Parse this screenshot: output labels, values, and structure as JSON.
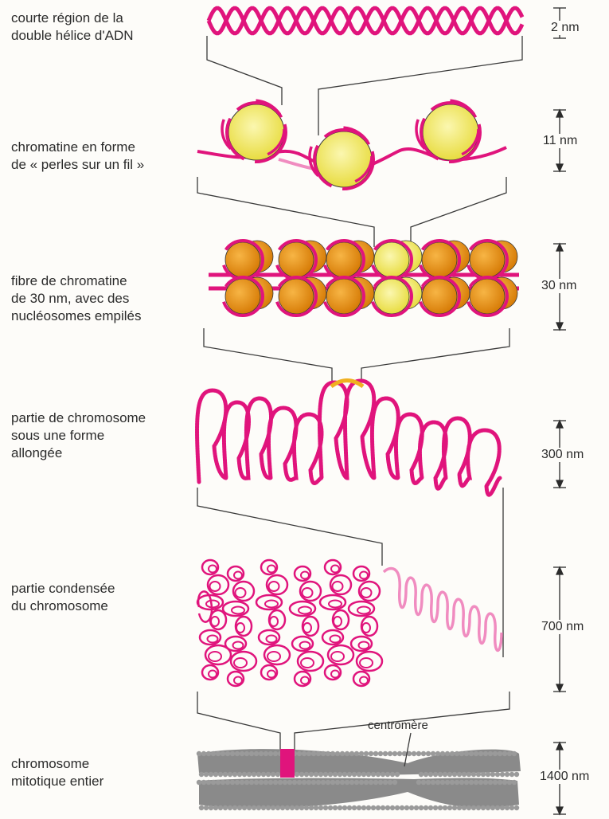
{
  "levels": [
    {
      "label_line1": "courte région de la",
      "label_line2": "double hélice d'ADN",
      "label_line3": "",
      "scale": "2 nm"
    },
    {
      "label_line1": "chromatine en forme",
      "label_line2": "de « perles sur un fil »",
      "label_line3": "",
      "scale": "11 nm"
    },
    {
      "label_line1": "fibre de chromatine",
      "label_line2": "de 30 nm, avec des",
      "label_line3": "nucléosomes empilés",
      "scale": "30 nm"
    },
    {
      "label_line1": "partie de chromosome",
      "label_line2": "sous une forme",
      "label_line3": "allongée",
      "scale": "300 nm"
    },
    {
      "label_line1": "partie condensée",
      "label_line2": "du chromosome",
      "label_line3": "",
      "scale": "700 nm"
    },
    {
      "label_line1": "chromosome",
      "label_line2": "mitotique entier",
      "label_line3": "",
      "scale": "1400 nm"
    }
  ],
  "centromere_label": "centromère",
  "colors": {
    "dna": "#e0147c",
    "dna_light": "#f08cc0",
    "histone_yellow": "#f4ec7a",
    "histone_orange": "#e8920c",
    "connector": "#3a3a3a",
    "chromosome_gray": "#8a8a8a",
    "highlight": "#f0b020"
  }
}
